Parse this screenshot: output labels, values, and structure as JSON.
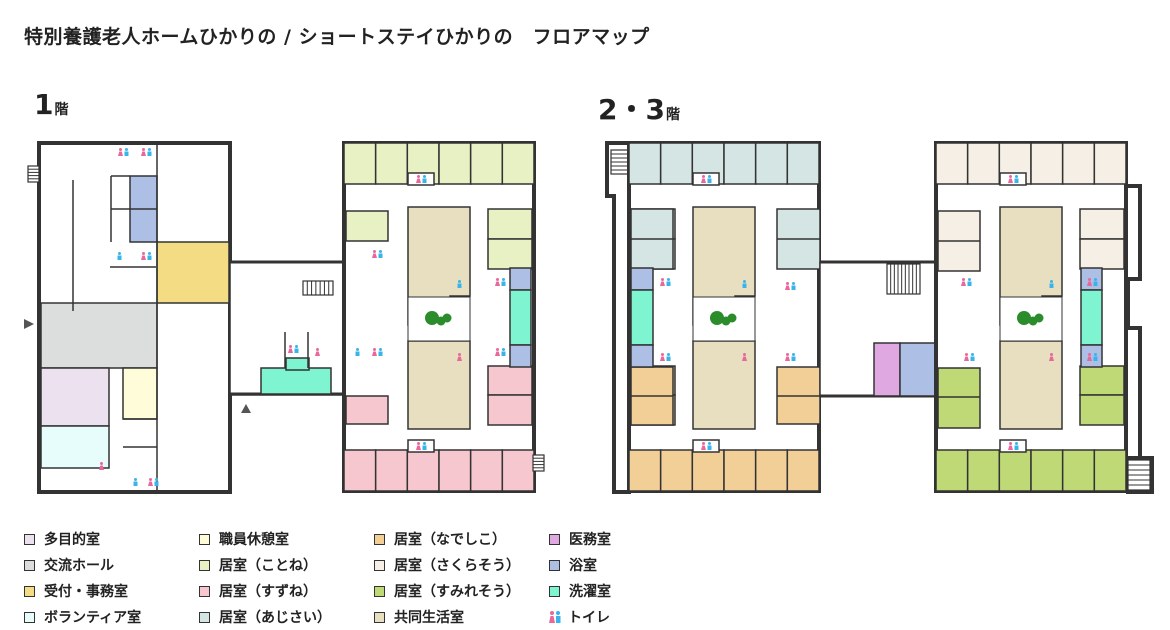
{
  "title": "特別養護老人ホームひかりの / ショートステイひかりの　フロアマップ",
  "floors": [
    {
      "id": "1f",
      "num": "1",
      "suffix": "階"
    },
    {
      "id": "23f",
      "num": "2・3",
      "suffix": "階"
    }
  ],
  "colors": {
    "wall": "#333333",
    "multipurpose": "#ece1ee",
    "hall": "#dcdedd",
    "reception": "#f3dc84",
    "volunteer": "#e6fdfc",
    "staff": "#fefcd9",
    "kotone": "#e7f1c3",
    "suzune": "#f6c7ce",
    "ajisai": "#d5e5e3",
    "nadeshiko": "#f3cf98",
    "sakura": "#f5efe5",
    "sumire": "#bfd977",
    "common": "#e7dfc0",
    "medical": "#e0a8e1",
    "bath": "#aebfe6",
    "laundry": "#7ff4d0",
    "toilet_f": "#e9689a",
    "toilet_m": "#39b4ea",
    "tree": "#2a8c2a"
  },
  "legend": [
    {
      "key": "multipurpose",
      "label": "多目的室"
    },
    {
      "key": "hall",
      "label": "交流ホール"
    },
    {
      "key": "reception",
      "label": "受付・事務室"
    },
    {
      "key": "volunteer",
      "label": "ボランティア室"
    },
    {
      "key": "staff",
      "label": "職員休憩室"
    },
    {
      "key": "kotone",
      "label": "居室（ことね）"
    },
    {
      "key": "suzune",
      "label": "居室（すずね）"
    },
    {
      "key": "ajisai",
      "label": "居室（あじさい）"
    },
    {
      "key": "nadeshiko",
      "label": "居室（なでしこ）"
    },
    {
      "key": "sakura",
      "label": "居室（さくらそう）"
    },
    {
      "key": "sumire",
      "label": "居室（すみれそう）"
    },
    {
      "key": "common",
      "label": "共同生活室"
    },
    {
      "key": "medical",
      "label": "医務室"
    },
    {
      "key": "bath",
      "label": "浴室"
    },
    {
      "key": "laundry",
      "label": "洗濯室"
    },
    {
      "key": "toilet",
      "label": "トイレ"
    }
  ]
}
